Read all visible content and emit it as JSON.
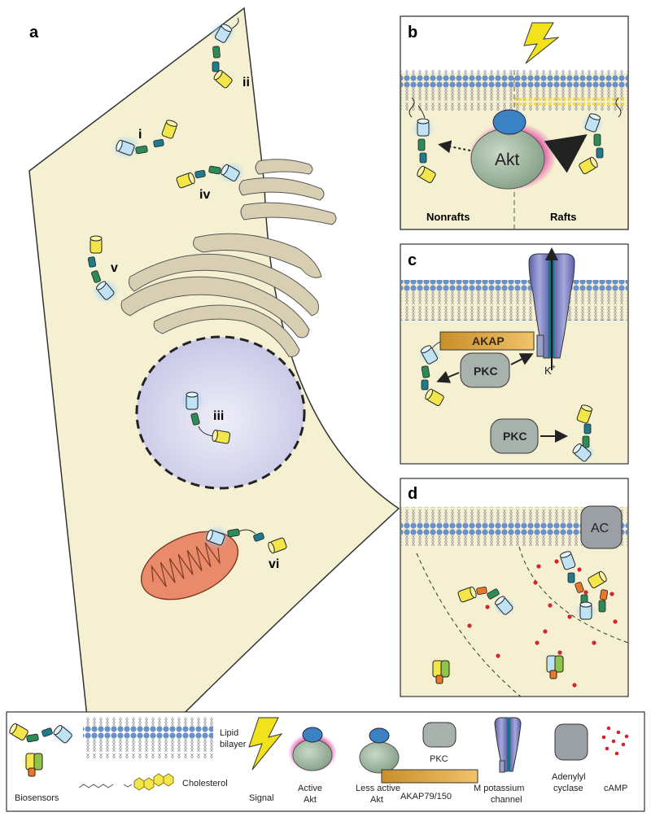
{
  "colors": {
    "cytoplasm": "#f6f0d3",
    "panel_bg": "#f6f0d3",
    "golgi": "#d8cfb2",
    "nucleus": "#c9c8e8",
    "mito": "#e98a6a",
    "akt": "#9bb39b",
    "akt_cap": "#3b82c4",
    "active_glow": "#e040a0",
    "pkc": "#a8b2ac",
    "akap": "#d9a441",
    "channel": "#7c7fc3",
    "ac": "#9aa0a6",
    "camp": "#d4242c",
    "lipid_head": "#6b8fc7",
    "cfp": "#bfe3f5",
    "yfp": "#f2e64a",
    "linker_green": "#2e8b57",
    "linker_teal": "#1f7a8c",
    "signal": "#f1e21b"
  },
  "panel_a": {
    "label": "a",
    "sensor_labels": {
      "i": "i",
      "ii": "ii",
      "iii": "iii",
      "iv": "iv",
      "v": "v",
      "vi": "vi"
    }
  },
  "panel_b": {
    "label": "b",
    "akt_text": "Akt",
    "left_label": "Nonrafts",
    "right_label": "Rafts"
  },
  "panel_c": {
    "label": "c",
    "akap_text": "AKAP",
    "pkc_text": "PKC",
    "pkc2_text": "PKC",
    "ion_text": "K",
    "ion_sup": "+"
  },
  "panel_d": {
    "label": "d",
    "ac_text": "AC"
  },
  "legend": {
    "biosensors": "Biosensors",
    "lipid_bilayer_1": "Lipid",
    "lipid_bilayer_2": "bilayer",
    "cholesterol": "Cholesterol",
    "signal": "Signal",
    "active_akt_1": "Active",
    "active_akt_2": "Akt",
    "less_akt_1": "Less active",
    "less_akt_2": "Akt",
    "pkc": "PKC",
    "akap": "AKAP79/150",
    "m_channel_1": "M potassium",
    "m_channel_2": "channel",
    "ac_1": "Adenylyl",
    "ac_2": "cyclase",
    "camp": "cAMP"
  }
}
